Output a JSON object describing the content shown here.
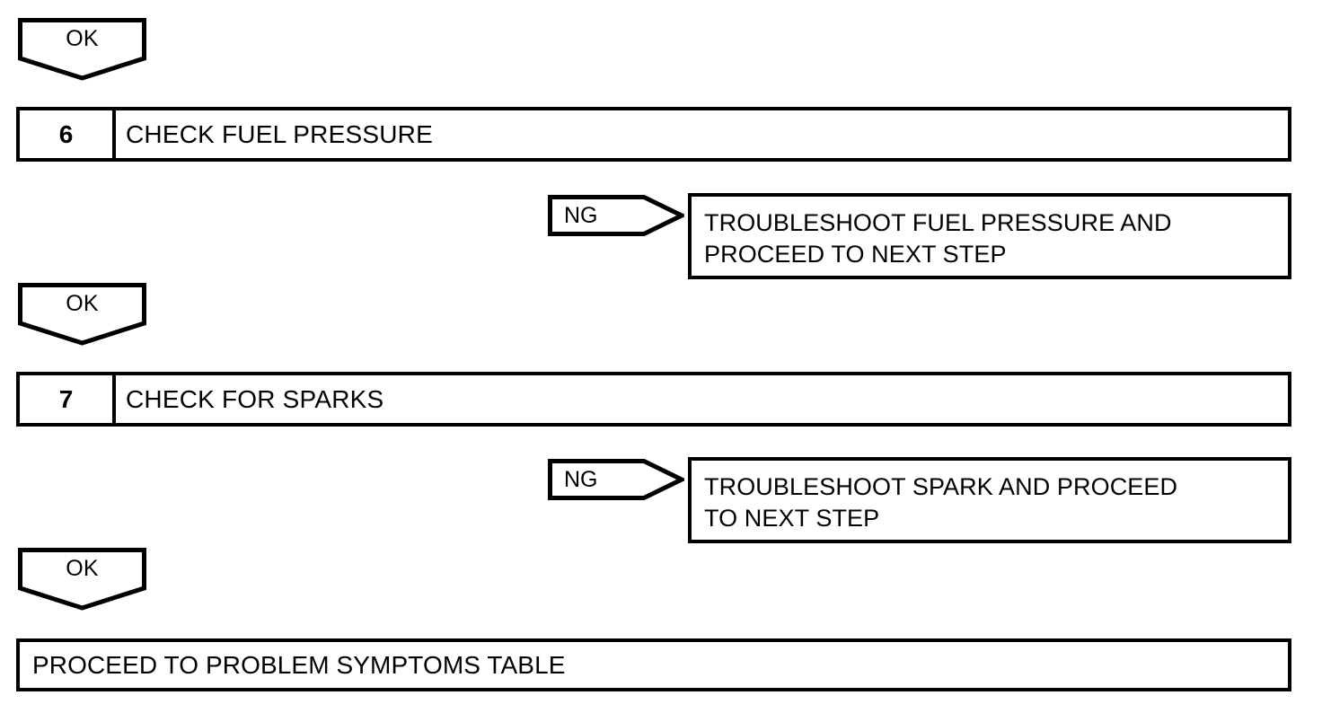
{
  "diagram": {
    "type": "troubleshooting-flowchart",
    "background_color": "#ffffff",
    "line_color": "#000000",
    "connectors": {
      "ok_label": "OK",
      "ng_label": "NG"
    },
    "nodes": [
      {
        "id": "ok-1",
        "kind": "ok-connector",
        "label": "OK"
      },
      {
        "id": "step-6",
        "kind": "step-row",
        "number": "6",
        "title": "CHECK FUEL PRESSURE"
      },
      {
        "id": "ng-1",
        "kind": "ng-connector",
        "label": "NG"
      },
      {
        "id": "ng-box-1",
        "kind": "action-box",
        "lines": [
          "TROUBLESHOOT FUEL PRESSURE AND",
          "PROCEED TO NEXT STEP"
        ]
      },
      {
        "id": "ok-2",
        "kind": "ok-connector",
        "label": "OK"
      },
      {
        "id": "step-7",
        "kind": "step-row",
        "number": "7",
        "title": "CHECK FOR SPARKS"
      },
      {
        "id": "ng-2",
        "kind": "ng-connector",
        "label": "NG"
      },
      {
        "id": "ng-box-2",
        "kind": "action-box",
        "lines": [
          "TROUBLESHOOT SPARK AND PROCEED",
          "TO NEXT STEP"
        ]
      },
      {
        "id": "ok-3",
        "kind": "ok-connector",
        "label": "OK"
      },
      {
        "id": "final-box",
        "kind": "action-box",
        "lines": [
          "PROCEED TO PROBLEM SYMPTOMS TABLE"
        ]
      }
    ]
  }
}
